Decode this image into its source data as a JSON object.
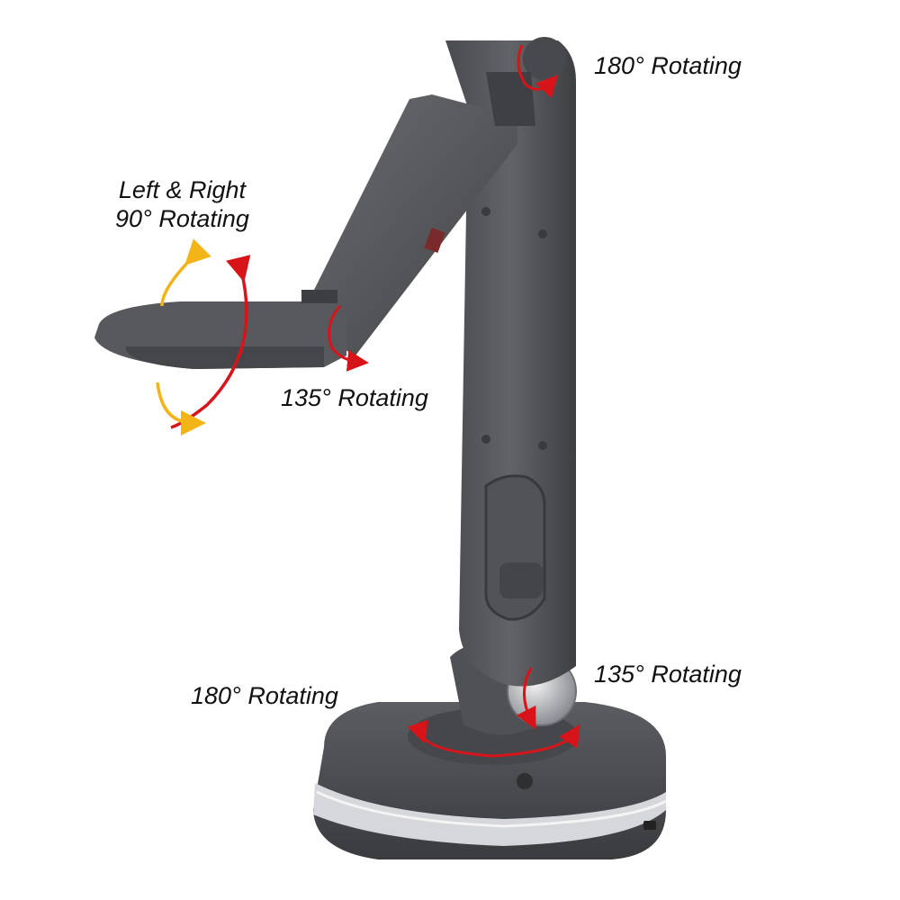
{
  "labels": {
    "top_right": "180° Rotating",
    "left_right_line1": "Left & Right",
    "left_right_line2": "90° Rotating",
    "middle": "135° Rotating",
    "bottom_right": "135° Rotating",
    "bottom_left": "180° Rotating"
  },
  "colors": {
    "body": "#5a5b5e",
    "body_dark": "#3c3d40",
    "body_light": "#75767a",
    "arrow_red": "#d8141b",
    "arrow_yellow": "#f2b417",
    "chrome": "#c8c9cc"
  }
}
